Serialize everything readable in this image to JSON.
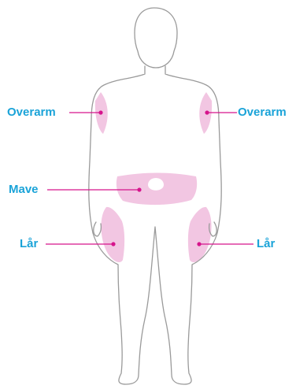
{
  "labels": {
    "upper_arm_left": "Overarm",
    "upper_arm_right": "Overarm",
    "belly": "Mave",
    "thigh_left": "Lår",
    "thigh_right": "Lår"
  },
  "colors": {
    "label": "#1aa3d8",
    "leader_line": "#d6148c",
    "injection_zone": "#f2c6e2",
    "body_outline": "#9a9a9a"
  }
}
